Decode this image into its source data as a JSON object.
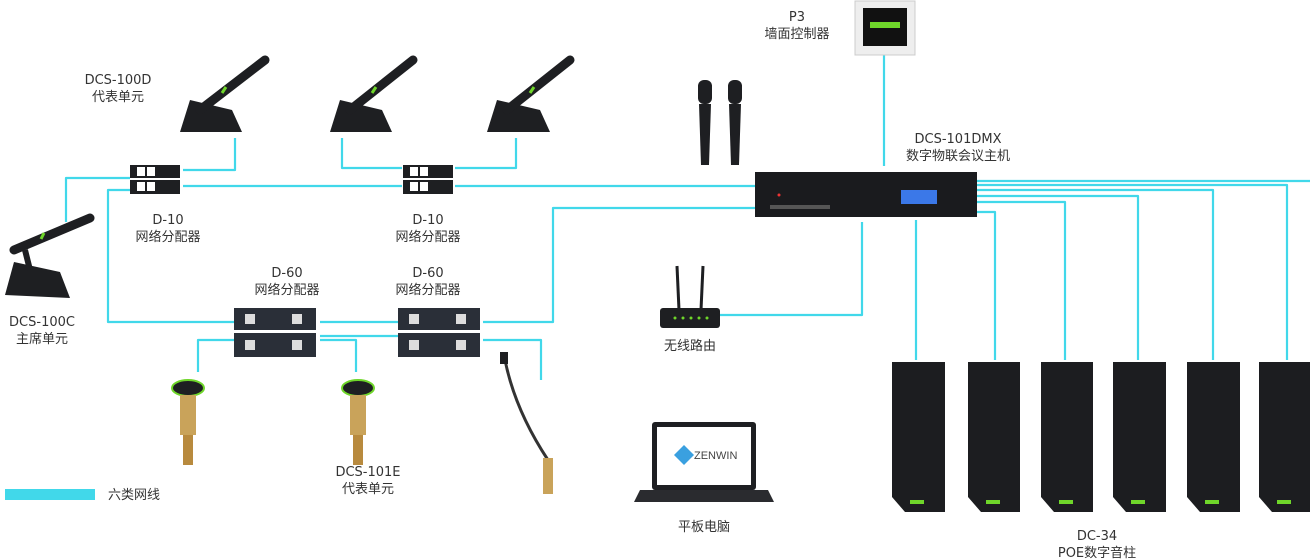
{
  "colors": {
    "cable": "#41d8ea",
    "device": "#1e1f22",
    "accent": "#6fd62a"
  },
  "labels": {
    "dcs100d": {
      "model": "DCS-100D",
      "desc": "代表单元"
    },
    "dcs100c": {
      "model": "DCS-100C",
      "desc": "主席单元"
    },
    "d10a": {
      "model": "D-10",
      "desc": "网络分配器"
    },
    "d10b": {
      "model": "D-10",
      "desc": "网络分配器"
    },
    "d60a": {
      "model": "D-60",
      "desc": "网络分配器"
    },
    "d60b": {
      "model": "D-60",
      "desc": "网络分配器"
    },
    "dcs101e": {
      "model": "DCS-101E",
      "desc": "代表单元"
    },
    "p3": {
      "model": "P3",
      "desc": "墙面控制器"
    },
    "host": {
      "model": "DCS-101DMX",
      "desc": "数字物联会议主机"
    },
    "router": {
      "desc": "无线路由"
    },
    "tablet": {
      "desc": "平板电脑"
    },
    "speaker": {
      "model": "DC-34",
      "desc": "POE数字音柱"
    }
  },
  "laptop_brand": "ZENWIN",
  "legend": {
    "label": "六类网线"
  }
}
